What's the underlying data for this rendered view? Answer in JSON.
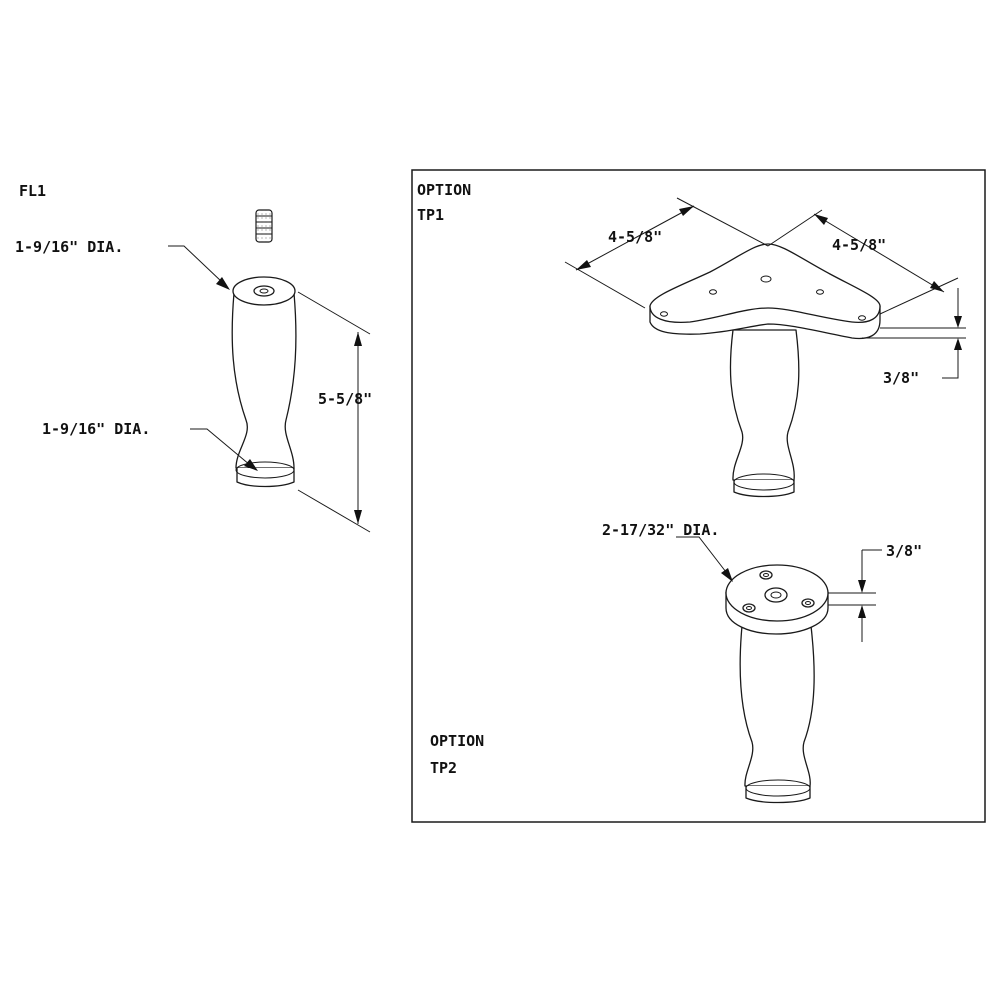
{
  "fl1": {
    "title": "FL1",
    "top_dia": "1-9/16\" DIA.",
    "bottom_dia": "1-9/16\" DIA.",
    "height": "5-5/8\""
  },
  "tp1": {
    "title_line1": "OPTION",
    "title_line2": "TP1",
    "side_a": "4-5/8\"",
    "side_b": "4-5/8\"",
    "thickness": "3/8\""
  },
  "tp2": {
    "title_line1": "OPTION",
    "title_line2": "TP2",
    "plate_dia": "2-17/32\" DIA.",
    "thickness": "3/8\""
  }
}
